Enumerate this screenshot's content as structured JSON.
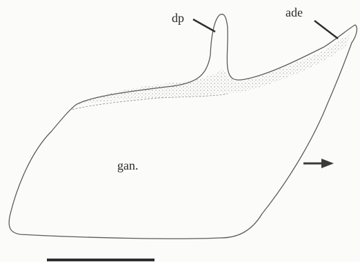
{
  "figure": {
    "labels": {
      "dp": "dp",
      "ade": "ade",
      "gan": "gan."
    },
    "colors": {
      "background": "#fbfbf9",
      "outline": "#5a5a5a",
      "stipple": "#9a9a94",
      "arrow": "#3a3a3a",
      "scale_bar": "#2e2e2e"
    }
  }
}
